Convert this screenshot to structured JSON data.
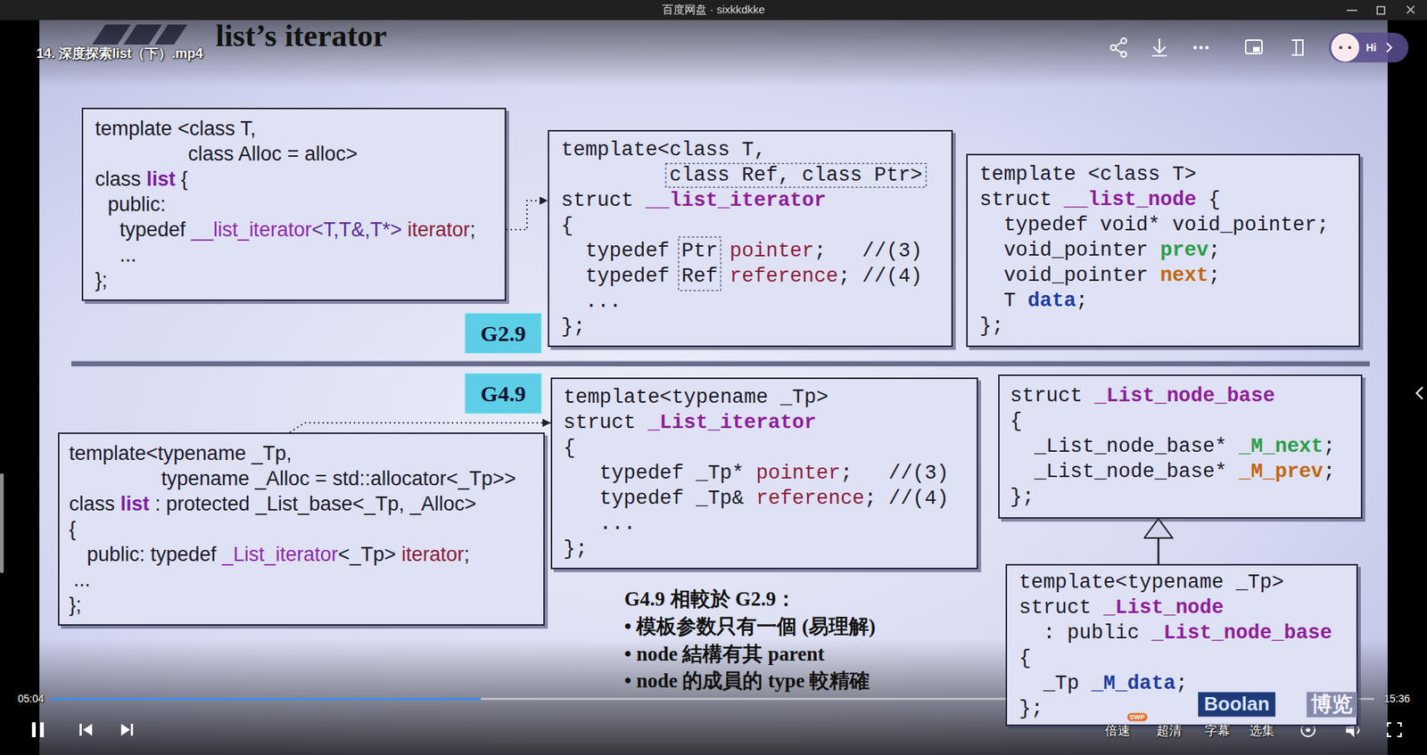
{
  "diagram": {
    "title": "list’s iterator",
    "nodes": [
      {
        "text": [
          "template <class T,",
          "class Alloc = alloc>",
          "class list {",
          "public:",
          "typedef __list_iterator<T,T&,T*> iterator;",
          "...",
          "};"
        ]
      },
      {
        "text": [
          "template<class T,",
          "class Ref, class Ptr>",
          "struct __list_iterator",
          "{",
          "typedef Ptr pointer;   //(3)",
          "typedef Ref reference; //(4)",
          "...",
          "};"
        ]
      },
      {
        "text": [
          "template <class T>",
          "struct __list_node {",
          "typedef void* void_pointer;",
          "void_pointer prev;",
          "void_pointer next;",
          "T data;",
          "};"
        ]
      },
      {
        "text": [
          "G2.9"
        ]
      },
      {
        "text": [
          "G4.9"
        ]
      },
      {
        "text": [
          "template<typename _Tp,",
          "typename _Alloc = std::allocator<_Tp>>",
          "class list : protected _List_base<_Tp, _Alloc>",
          "{",
          "public: typedef _List_iterator<_Tp> iterator;",
          "...",
          "};"
        ]
      },
      {
        "text": [
          "template<typename _Tp>",
          "struct _List_iterator",
          "{",
          "typedef _Tp* pointer;   //(3)",
          "typedef _Tp& reference; //(4)",
          "...",
          "};"
        ]
      },
      {
        "text": [
          "struct _List_node_base",
          "{",
          "_List_node_base* _M_next;",
          "_List_node_base* _M_prev;",
          "};"
        ]
      },
      {
        "text": [
          "template<typename _Tp>",
          "struct _List_node",
          ": public _List_node_base",
          "{",
          "_Tp _M_data;",
          "};"
        ]
      }
    ],
    "edges": [
      {
        "from": 0,
        "to": 1,
        "arrow": "to"
      },
      {
        "from": 5,
        "to": 6,
        "arrow": "to"
      },
      {
        "from": 8,
        "to": 7,
        "arrow": "to"
      }
    ],
    "labels": [
      "百度网盘 · sixkkdkke",
      "14. 深度探索list（下）.mp4",
      "G4.9 相較於 G2.9：",
      "• 模板参数只有一個 (易理解)",
      "• node 結構有其 parent",
      "• node 的成員的 type 較精確",
      "05:04",
      "15:36",
      "倍速",
      "SWP",
      "超清",
      "字幕",
      "选集",
      "Boolan",
      "博览",
      "Hi"
    ]
  }
}
